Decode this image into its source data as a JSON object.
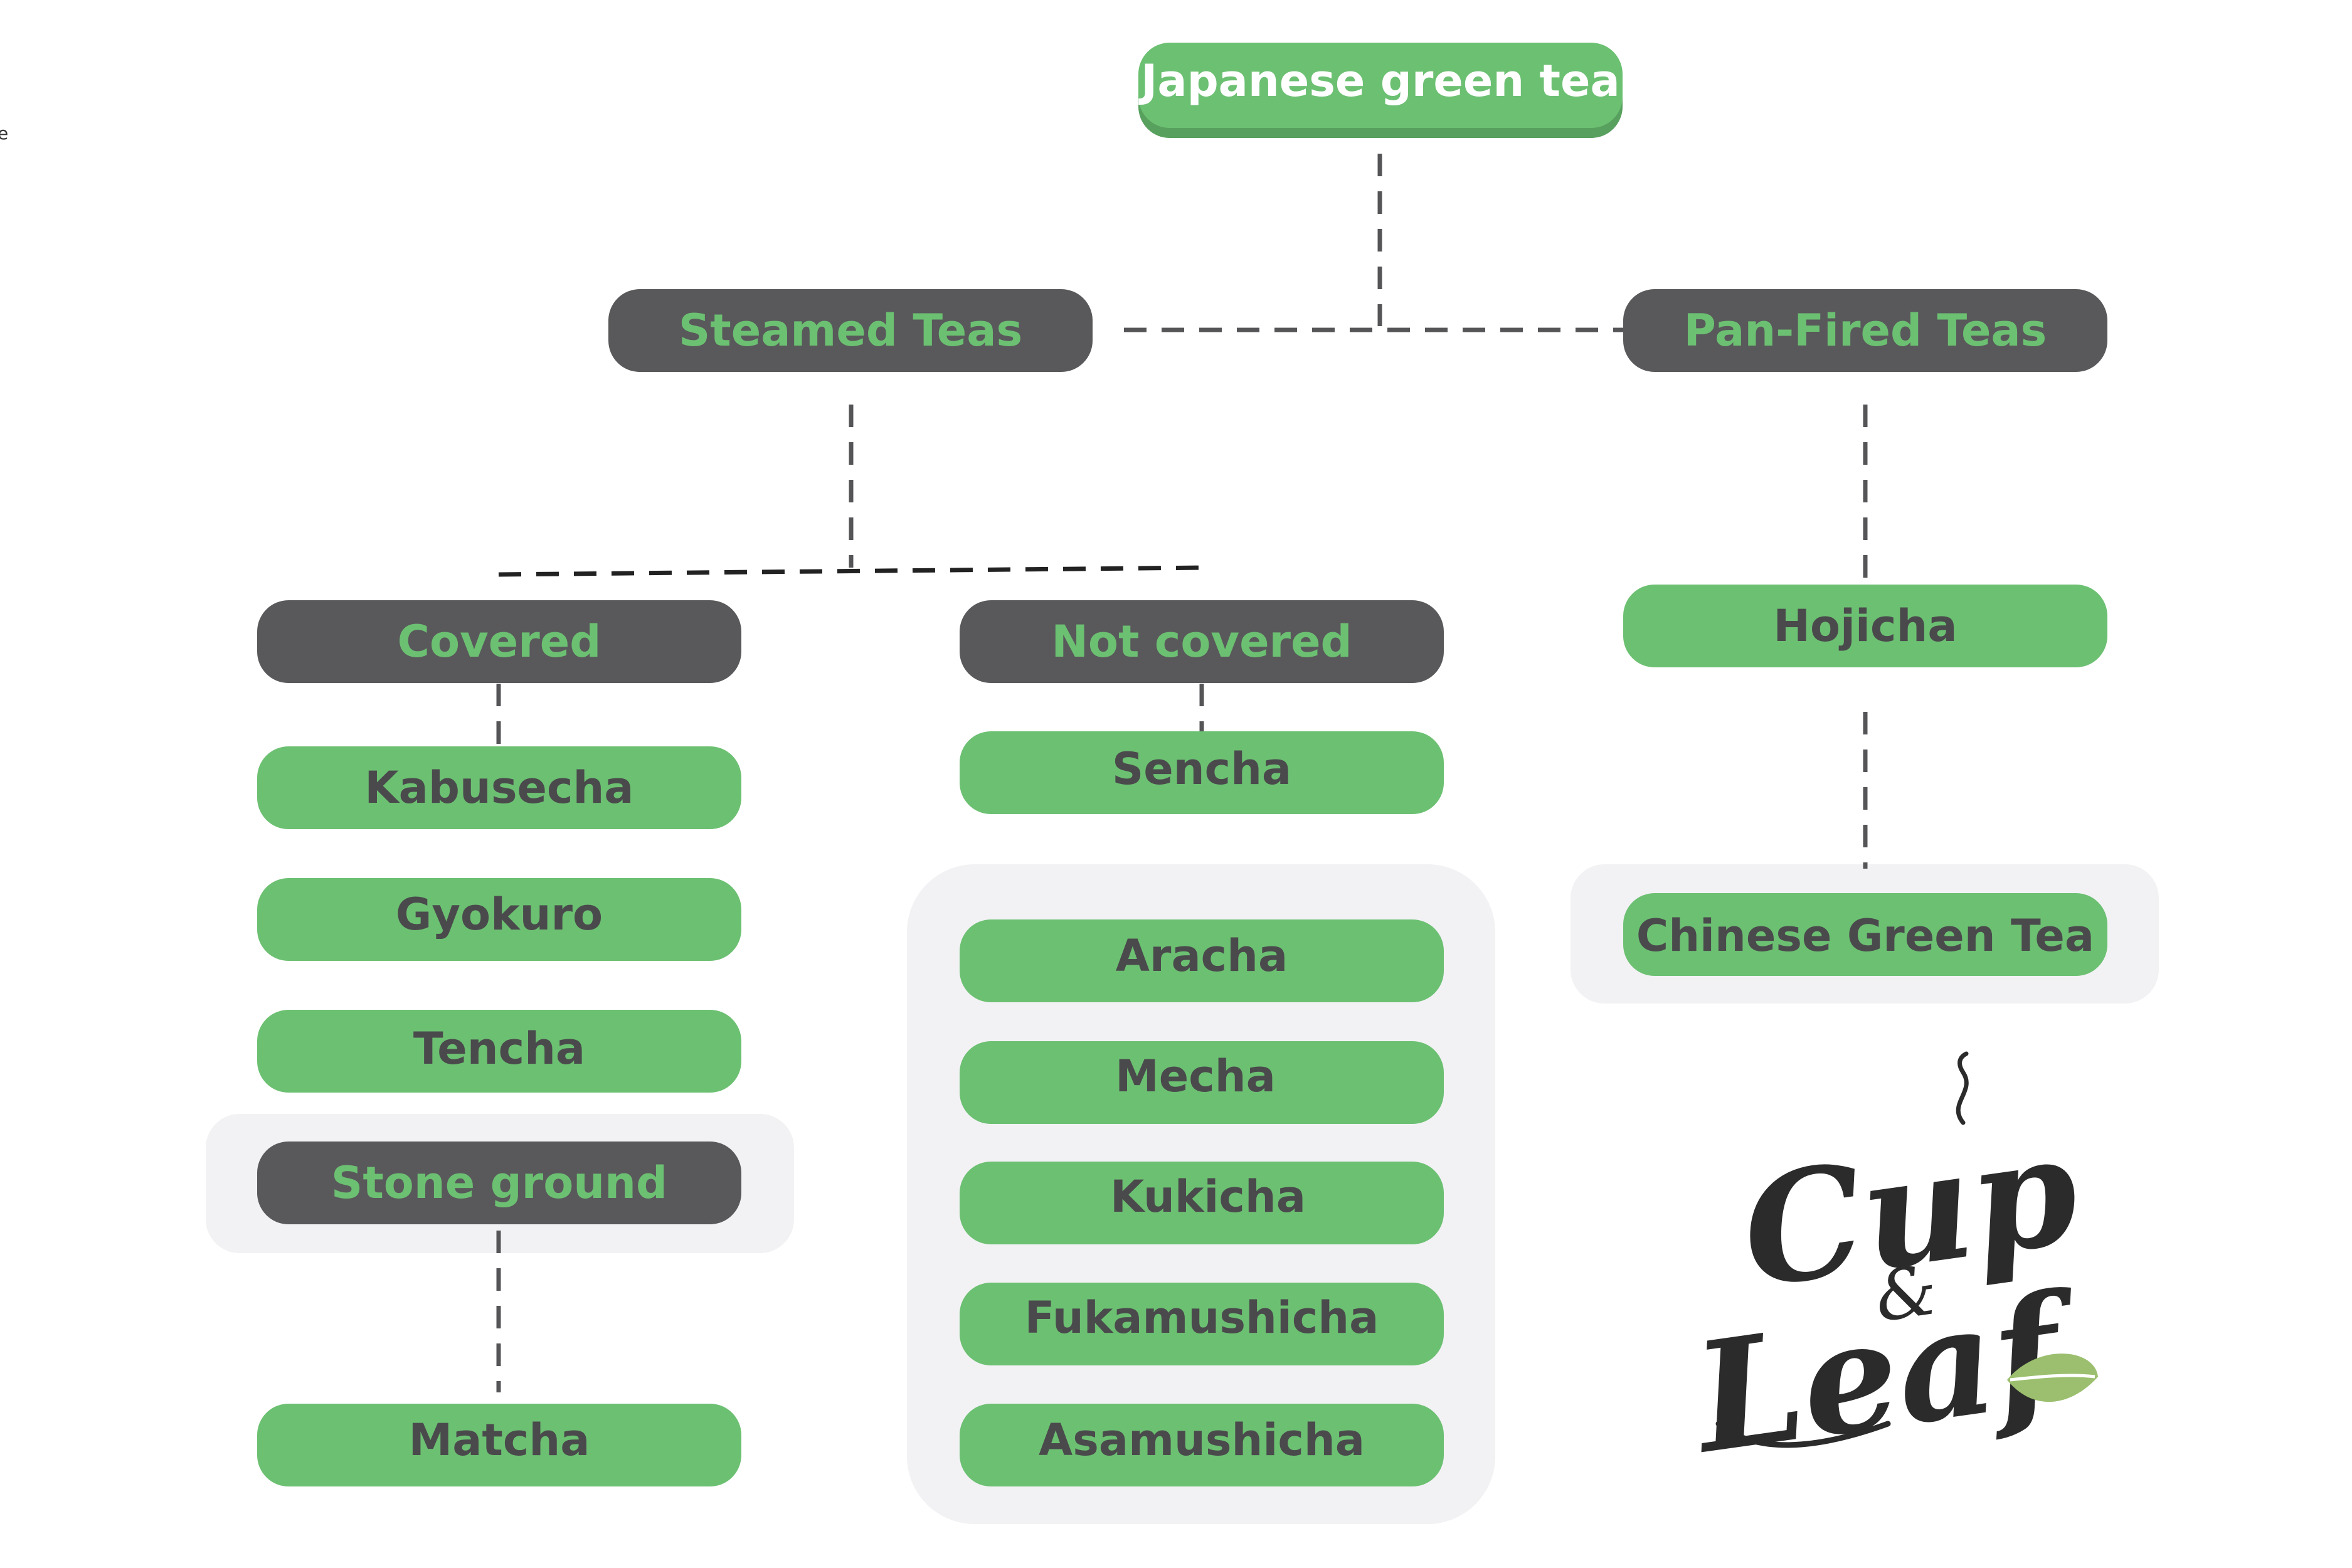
{
  "colors": {
    "green": "#6cc072",
    "green_shadow": "#58a05e",
    "dark": "#59595b",
    "dark_text": "#4a4a4c",
    "light_text": "#6cc072",
    "group_bg": "#f2f2f4",
    "white_text": "#ffffff",
    "logo_ink": "#2b2b2b",
    "logo_leaf": "#9bbf6e"
  },
  "stray_text": "e",
  "nodes": {
    "root": "Japanese green tea",
    "steamed": "Steamed Teas",
    "panfired": "Pan-Fired Teas",
    "covered": "Covered",
    "notcovered": "Not covered",
    "hojicha": "Hojicha",
    "kabusecha": "Kabusecha",
    "sencha": "Sencha",
    "gyokuro": "Gyokuro",
    "aracha": "Aracha",
    "chinese": "Chinese Green Tea",
    "tencha": "Tencha",
    "mecha": "Mecha",
    "stoneground": "Stone ground",
    "kukicha": "Kukicha",
    "fukamushicha": "Fukamushicha",
    "matcha": "Matcha",
    "asamushicha": "Asamushicha"
  },
  "logo": {
    "line1": "Cup",
    "amp": "&",
    "line2": "Leaf",
    "icon": "tea-leaf-icon"
  }
}
